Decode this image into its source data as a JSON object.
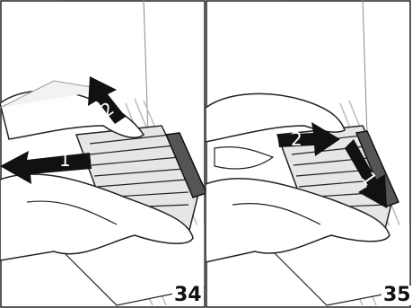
{
  "figures": [
    {
      "number": "34",
      "arrows": [
        {
          "label": "1"
        },
        {
          "label": "2"
        }
      ]
    },
    {
      "number": "35",
      "arrows": [
        {
          "label": "2"
        },
        {
          "label": "1"
        }
      ]
    }
  ],
  "colors": {
    "line": "#222222",
    "arrow": "#111111",
    "skin": "#ffffff",
    "shading": "#d9d9d9"
  }
}
